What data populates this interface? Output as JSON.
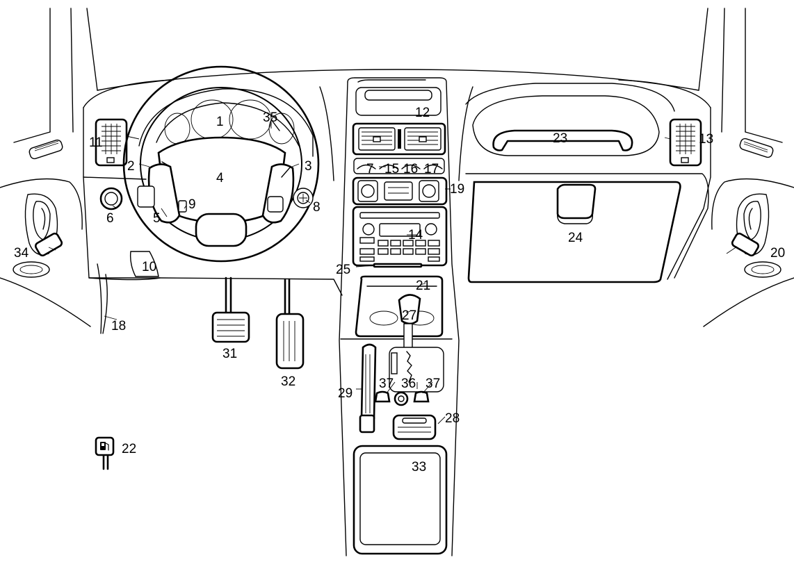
{
  "figure": "car-interior-dashboard-diagram",
  "callouts": [
    {
      "id": "c1",
      "label": "1"
    },
    {
      "id": "c2",
      "label": "2"
    },
    {
      "id": "c3",
      "label": "3"
    },
    {
      "id": "c4",
      "label": "4"
    },
    {
      "id": "c5",
      "label": "5"
    },
    {
      "id": "c6",
      "label": "6"
    },
    {
      "id": "c7",
      "label": "7"
    },
    {
      "id": "c8",
      "label": "8"
    },
    {
      "id": "c9",
      "label": "9"
    },
    {
      "id": "c10",
      "label": "10"
    },
    {
      "id": "c11",
      "label": "11"
    },
    {
      "id": "c12",
      "label": "12"
    },
    {
      "id": "c13",
      "label": "13"
    },
    {
      "id": "c14",
      "label": "14"
    },
    {
      "id": "c15",
      "label": "15"
    },
    {
      "id": "c16",
      "label": "16"
    },
    {
      "id": "c17",
      "label": "17"
    },
    {
      "id": "c18",
      "label": "18"
    },
    {
      "id": "c19",
      "label": "19"
    },
    {
      "id": "c20",
      "label": "20"
    },
    {
      "id": "c21",
      "label": "21"
    },
    {
      "id": "c22",
      "label": "22"
    },
    {
      "id": "c23",
      "label": "23"
    },
    {
      "id": "c24",
      "label": "24"
    },
    {
      "id": "c25",
      "label": "25"
    },
    {
      "id": "c27",
      "label": "27"
    },
    {
      "id": "c28",
      "label": "28"
    },
    {
      "id": "c29",
      "label": "29"
    },
    {
      "id": "c31",
      "label": "31"
    },
    {
      "id": "c32",
      "label": "32"
    },
    {
      "id": "c33",
      "label": "33"
    },
    {
      "id": "c34",
      "label": "34"
    },
    {
      "id": "c35",
      "label": "35"
    },
    {
      "id": "c36",
      "label": "36"
    },
    {
      "id": "c37a",
      "label": "37"
    },
    {
      "id": "c37b",
      "label": "37"
    }
  ],
  "icons": {
    "fuel_door": "fuel-pump-icon"
  }
}
